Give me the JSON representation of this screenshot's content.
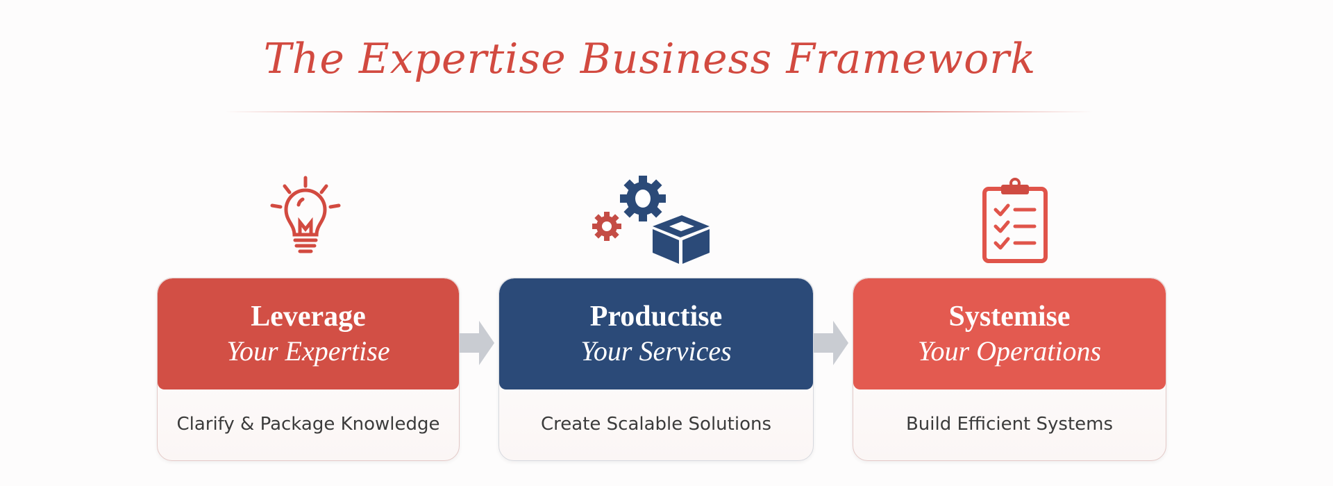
{
  "title": "The Expertise Business Framework",
  "colors": {
    "red": "#d24f45",
    "navy": "#2b4a78",
    "coral": "#e35a50",
    "arrow": "#c9ccd2"
  },
  "steps": [
    {
      "title": "Leverage",
      "subtitle": "Your Expertise",
      "description": "Clarify & Package Knowledge",
      "icon": "lightbulb-icon"
    },
    {
      "title": "Productise",
      "subtitle": "Your Services",
      "description": "Create Scalable Solutions",
      "icon": "gears-box-icon"
    },
    {
      "title": "Systemise",
      "subtitle": "Your Operations",
      "description": "Build Efficient Systems",
      "icon": "clipboard-checklist-icon"
    }
  ]
}
